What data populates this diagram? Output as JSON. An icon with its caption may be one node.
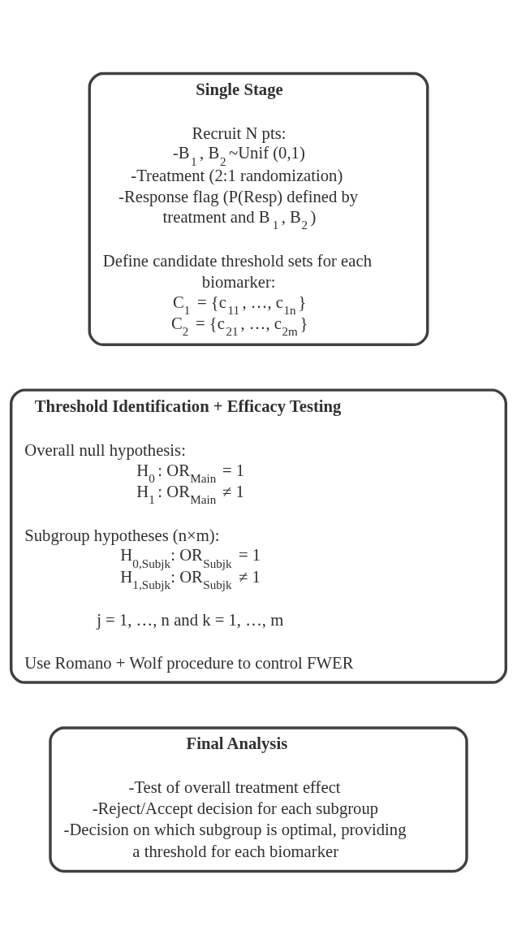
{
  "diagram": {
    "nodes": [
      {
        "text": [
          "Single Stage",
          "Recruit N pts:",
          "-B$_{1}$, B$_{2}$~Unif (0,1)",
          "-Treatment (2:1 randomization)",
          "-Response flag (P(Resp) defined by treatment and B$_{1}$, B$_{2}$)",
          "Define candidate threshold sets for each biomarker:",
          "C$_{1}$ = {c$_{11}$, …, c$_{1n}$}",
          "C$_{2}$ = {c$_{21}$, …, c$_{2m}$}"
        ]
      },
      {
        "text": [
          "Threshold Identification + Efficacy Testing",
          "Overall null hypothesis:",
          "H$_{0}$: OR$_{Main}$ = 1",
          "H$_{1}$: OR$_{Main}$ ≠ 1",
          "Subgroup hypotheses (n×m):",
          "H$_{0,Subjk}$: OR$_{Subjk}$ = 1",
          "H$_{1,Subjk}$: OR$_{Subjk}$ ≠ 1",
          "j = 1, …, n and k = 1, …, m",
          "Use Romano + Wolf procedure to control FWER"
        ]
      },
      {
        "text": [
          "Final Analysis",
          "-Test of overall treatment effect",
          "-Reject/Accept decision for each subgroup",
          "-Decision on which subgroup is optimal, providing a threshold for each biomarker"
        ]
      }
    ],
    "edges": []
  }
}
